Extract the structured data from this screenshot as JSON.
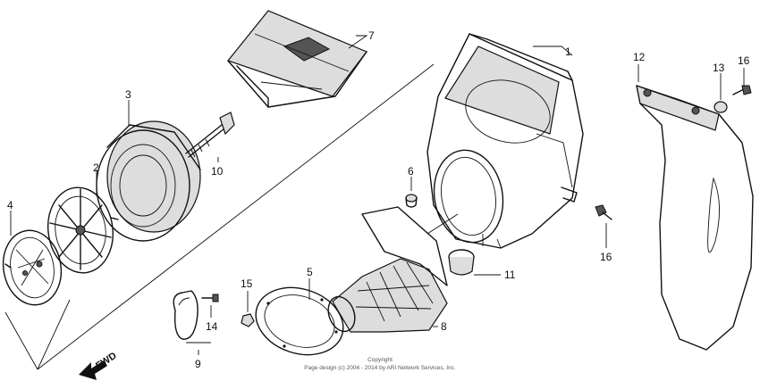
{
  "callouts": {
    "c1": "1",
    "c2": "2",
    "c3": "3",
    "c4": "4",
    "c5": "5",
    "c6": "6",
    "c7": "7",
    "c8": "8",
    "c9": "9",
    "c10": "10",
    "c11": "11",
    "c12": "12",
    "c13": "13",
    "c14": "14",
    "c15": "15",
    "c16a": "16",
    "c16b": "16"
  },
  "fwd_label": "FWD",
  "copyright": {
    "line1": "Copyright",
    "line2": "Page design (c) 2004 - 2014 by ARI Network Services, Inc."
  }
}
